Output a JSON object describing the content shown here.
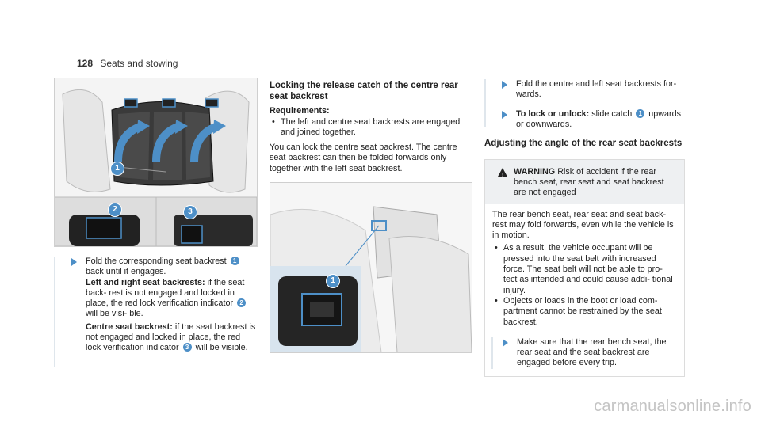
{
  "header": {
    "page_number": "128",
    "section": "Seats and stowing"
  },
  "col1": {
    "figure_callouts": [
      "1",
      "2",
      "3"
    ],
    "step1": {
      "pre": "Fold the corresponding seat backrest",
      "num": "1",
      "post": "back until it engages."
    },
    "lr": {
      "label": "Left and right seat backrests:",
      "pre": "if the seat back- rest is not engaged and locked in place, the red lock verification indicator",
      "num": "2",
      "post": "will be visi- ble."
    },
    "centre": {
      "label": "Centre seat backrest:",
      "pre": "if the seat backrest is not engaged and locked in place, the red lock verification indicator",
      "num": "3",
      "post": "will be visible."
    }
  },
  "col2": {
    "heading": "Locking the release catch of the centre rear seat backrest",
    "req_label": "Requirements:",
    "req_item": "The left and centre seat backrests are engaged and joined together.",
    "para": "You can lock the centre seat backrest. The centre seat backrest can then be folded forwards only together with the left seat backrest.",
    "figure_callout": "1"
  },
  "col3": {
    "step1": "Fold the centre and left seat backrests for- wards.",
    "step2": {
      "label": "To lock or unlock:",
      "pre": "slide catch",
      "num": "1",
      "post": "upwards or downwards."
    },
    "heading": "Adjusting the angle of the rear seat backrests",
    "warning": {
      "label": "WARNING",
      "title": "Risk of accident if the rear bench seat, rear seat and seat backrest are not engaged",
      "body": "The rear bench seat, rear seat and seat back- rest may fold forwards, even while the vehicle is in motion.",
      "bullets": [
        "As a result, the vehicle occupant will be pressed into the seat belt with increased force. The seat belt will not be able to pro- tect as intended and could cause addi- tional injury.",
        "Objects or loads in the boot or load com- partment cannot be restrained by the seat backrest."
      ],
      "step": "Make sure that the rear bench seat, the rear seat and the seat backrest are engaged before every trip."
    }
  },
  "watermark": "carmanualsonline.info"
}
